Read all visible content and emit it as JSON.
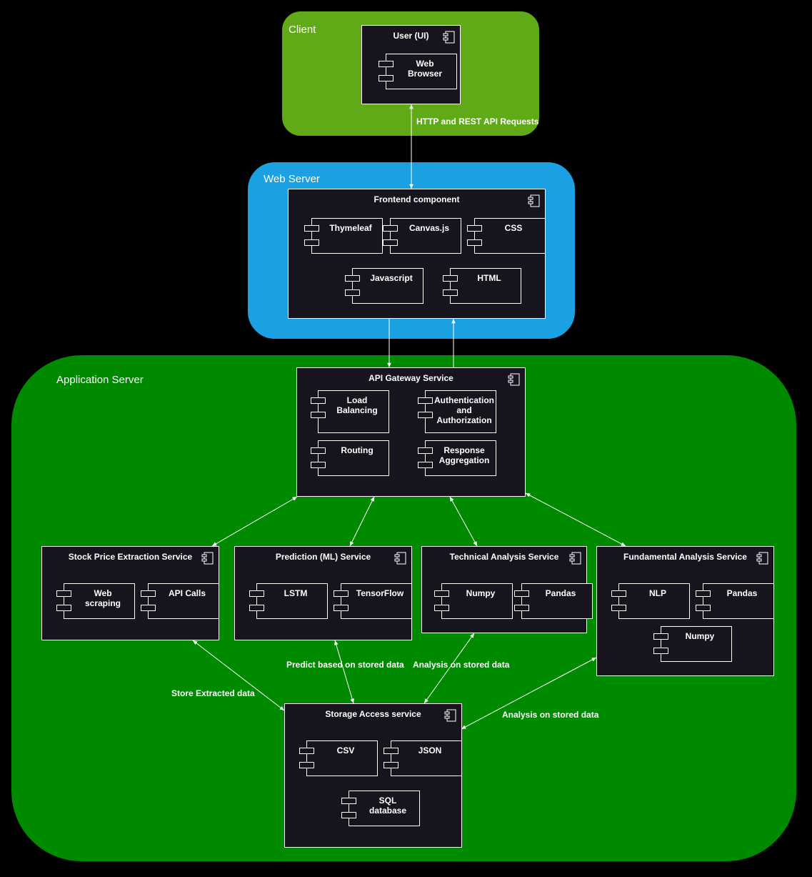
{
  "zones": {
    "client": "Client",
    "web_server": "Web Server",
    "app_server": "Application Server"
  },
  "components": {
    "user_ui": {
      "title": "User (UI)",
      "web_browser": "Web\nBrowser"
    },
    "frontend": {
      "title": "Frontend component",
      "thymeleaf": "Thymeleaf",
      "canvasjs": "Canvas.js",
      "css": "CSS",
      "javascript": "Javascript",
      "html": "HTML"
    },
    "api_gateway": {
      "title": "API Gateway Service",
      "load_balancing": "Load Balancing",
      "auth": "Authentication\nand\nAuthorization",
      "routing": "Routing",
      "response_agg": "Response\nAggregation"
    },
    "stock_price": {
      "title": "Stock Price Extraction Service",
      "web_scraping": "Web\nscraping",
      "api_calls": "API Calls"
    },
    "prediction": {
      "title": "Prediction (ML) Service",
      "lstm": "LSTM",
      "tensorflow": "TensorFlow"
    },
    "technical": {
      "title": "Technical Analysis Service",
      "numpy": "Numpy",
      "pandas": "Pandas"
    },
    "fundamental": {
      "title": "Fundamental Analysis Service",
      "nlp": "NLP",
      "pandas": "Pandas",
      "numpy": "Numpy"
    },
    "storage": {
      "title": "Storage Access service",
      "csv": "CSV",
      "json": "JSON",
      "sql": "SQL\ndatabase"
    }
  },
  "edges": {
    "http": "HTTP and REST API Requests",
    "store_extracted": "Store Extracted data",
    "predict_stored": "Predict based on stored data",
    "analysis_stored_1": "Analysis on stored data",
    "analysis_stored_2": "Analysis on stored data"
  },
  "colors": {
    "client": "#60a917",
    "web_server": "#1ba1e2",
    "app_server": "#008a00",
    "component_fill": "#18141d",
    "line": "#ffffff"
  },
  "icon": "uml-component-icon"
}
